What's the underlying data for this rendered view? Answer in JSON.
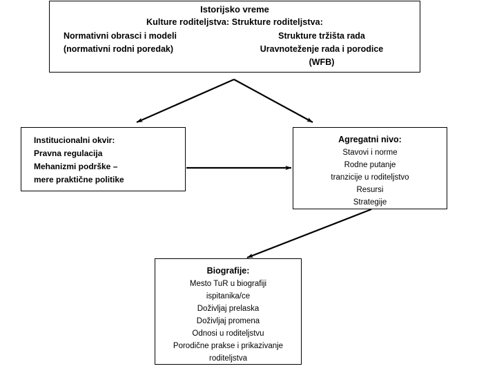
{
  "diagram": {
    "background_color": "#ffffff",
    "line_color": "#000000",
    "boxes": {
      "historical_time": {
        "title": "Istorijsko vreme",
        "subtitle": "Kulture roditeljstva:  Strukture roditeljstva:",
        "left_column": [
          "Normativni obrasci i modeli",
          "(normativni rodni poredak)"
        ],
        "right_column": [
          "Strukture tržišta rada",
          "Uravnoteženje rada i porodice",
          "(WFB)"
        ]
      },
      "institutional_framework": {
        "lines": [
          "Institucionalni okvir:",
          "Pravna regulacija",
          "Mehanizmi podrške –",
          "mere praktične politike"
        ]
      },
      "aggregate_level": {
        "title": "Agregatni nivo:",
        "lines": [
          "Stavovi i norme",
          "Rodne putanje",
          "tranzicije u roditeljstvo",
          "Resursi",
          "Strategije"
        ]
      },
      "biographies": {
        "title": "Biografije:",
        "lines": [
          "Mesto TuR u biografiji",
          "ispitanika/ce",
          "Doživljaj prelaska",
          "Doživljaj promena",
          "Odnosi u roditeljstvu",
          "Porodične prakse i prikazivanje",
          "roditeljstva"
        ]
      }
    },
    "connectors": [
      {
        "name": "historical-to-institutional",
        "from": "historical_time",
        "to": "institutional_framework",
        "style": "arrow"
      },
      {
        "name": "historical-to-aggregate",
        "from": "historical_time",
        "to": "aggregate_level",
        "style": "arrow"
      },
      {
        "name": "institutional-to-aggregate",
        "from": "institutional_framework",
        "to": "aggregate_level",
        "style": "arrow"
      },
      {
        "name": "aggregate-to-biographies",
        "from": "aggregate_level",
        "to": "biographies",
        "style": "arrow"
      }
    ]
  }
}
